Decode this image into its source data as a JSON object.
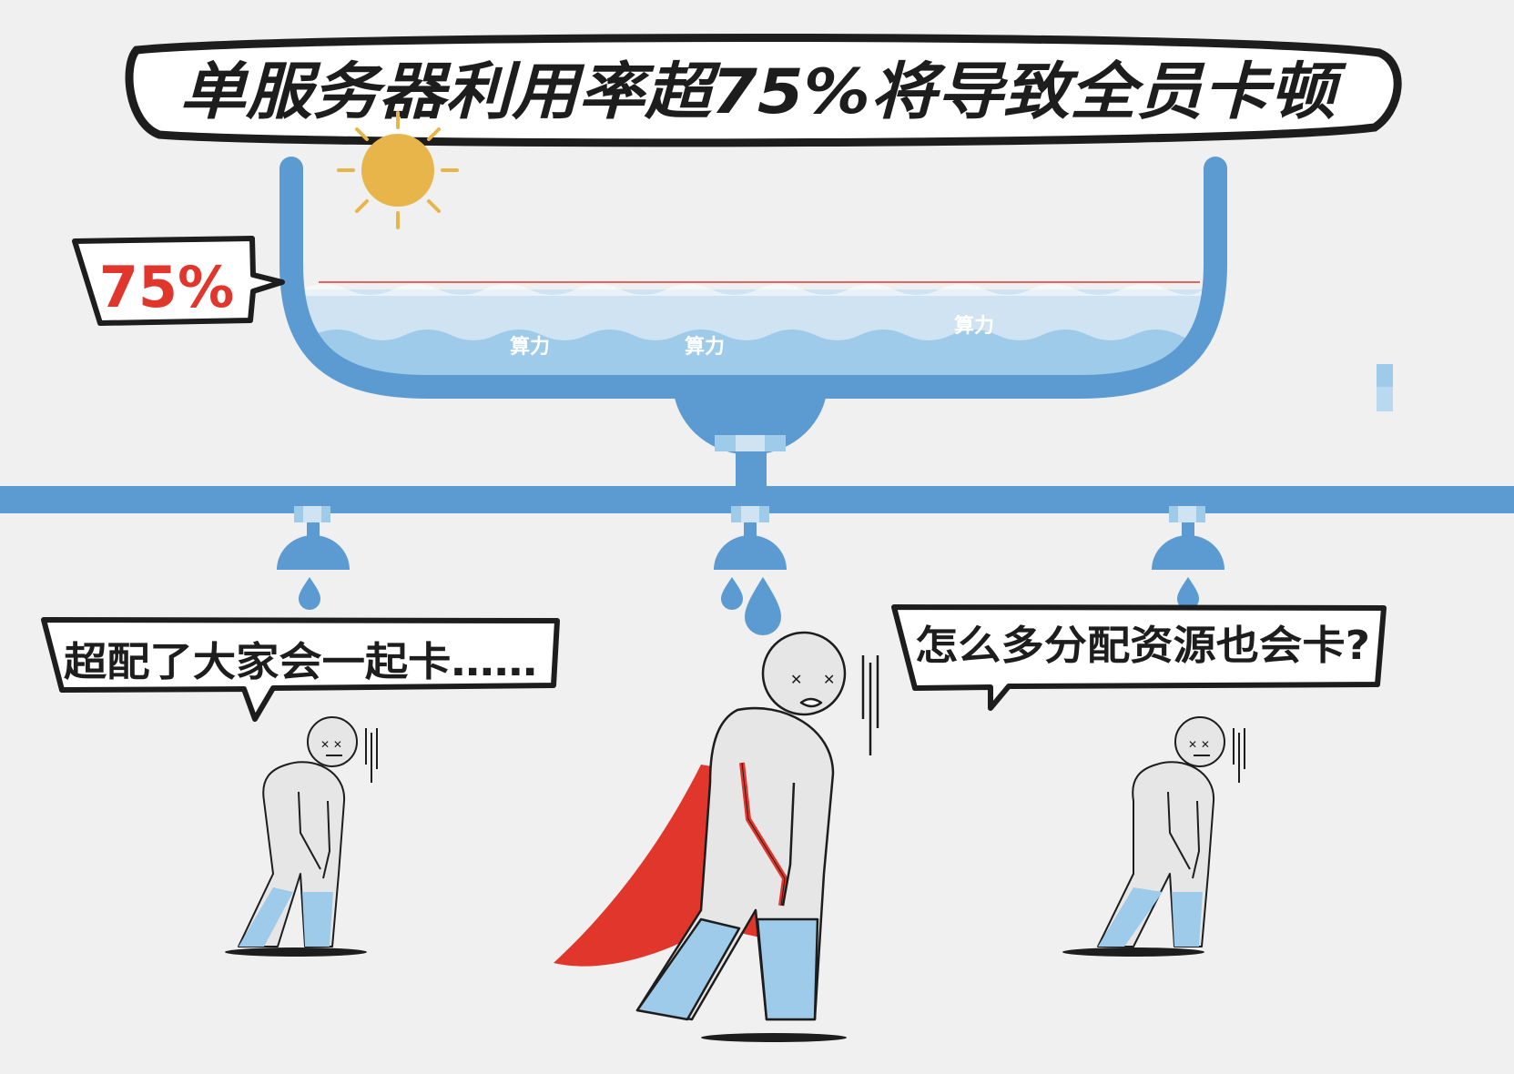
{
  "title": "单服务器利用率超75%将导致全员卡顿",
  "threshold_label": "75%",
  "water_labels": [
    "算力",
    "算力",
    "算力"
  ],
  "bubble_left": "超配了大家会一起卡……",
  "bubble_right": "怎么多分配资源也会卡?",
  "colors": {
    "background": "#f0f0f0",
    "pipe_blue": "#5b9bd1",
    "water_light": "#cfe3f2",
    "water_mid": "#9ecbea",
    "accent_red": "#e1362b",
    "sun": "#e8b54a",
    "figure_fill": "#e6e6e6",
    "outline": "#1d1d1d"
  },
  "icons": [
    "sun-icon",
    "water-drop-icon",
    "dizzy-face-icon",
    "cape-icon"
  ]
}
